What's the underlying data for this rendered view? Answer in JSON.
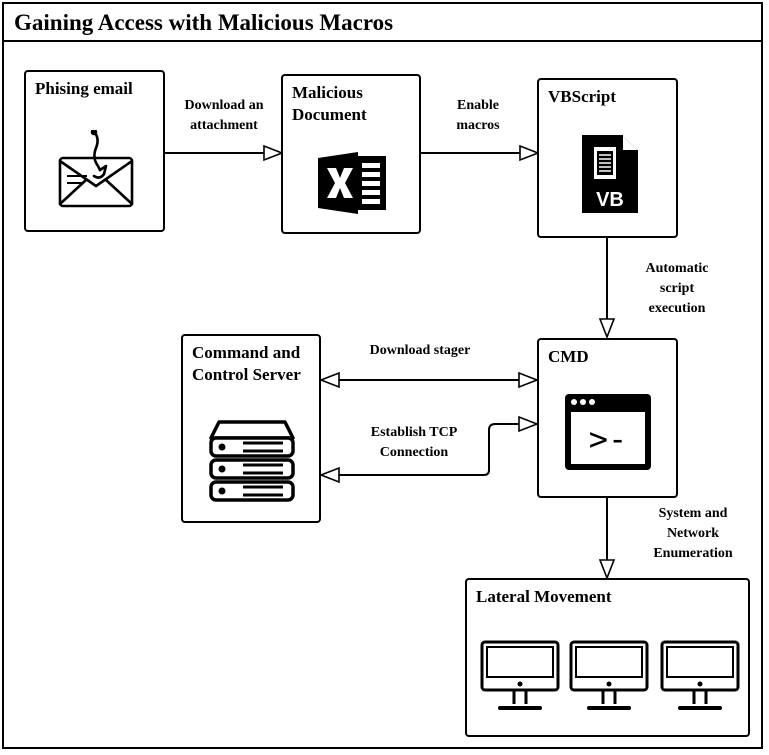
{
  "title": "Gaining Access with Malicious Macros",
  "nodes": {
    "phishing": {
      "label": "Phising email",
      "icon": "phishing-email-icon"
    },
    "document": {
      "label_line1": "Malicious",
      "label_line2": "Document",
      "icon": "excel-icon"
    },
    "vbscript": {
      "label": "VBScript",
      "icon": "vb-file-icon",
      "icon_text": "VB"
    },
    "cmd": {
      "label": "CMD",
      "icon": "terminal-icon",
      "icon_text": ">-"
    },
    "c2": {
      "label_line1": "Command and",
      "label_line2": "Control Server",
      "icon": "server-icon"
    },
    "lateral": {
      "label": "Lateral Movement",
      "icon": "monitor-icon"
    }
  },
  "edges": {
    "download_attachment": {
      "line1": "Download an",
      "line2": "attachment"
    },
    "enable_macros": {
      "line1": "Enable",
      "line2": "macros"
    },
    "auto_exec": {
      "line1": "Automatic",
      "line2": "script",
      "line3": "execution"
    },
    "download_stager": {
      "line1": "Download stager"
    },
    "establish_tcp": {
      "line1": "Establish TCP",
      "line2": "Connection"
    },
    "enumeration": {
      "line1": "System and",
      "line2": "Network",
      "line3": "Enumeration"
    }
  }
}
